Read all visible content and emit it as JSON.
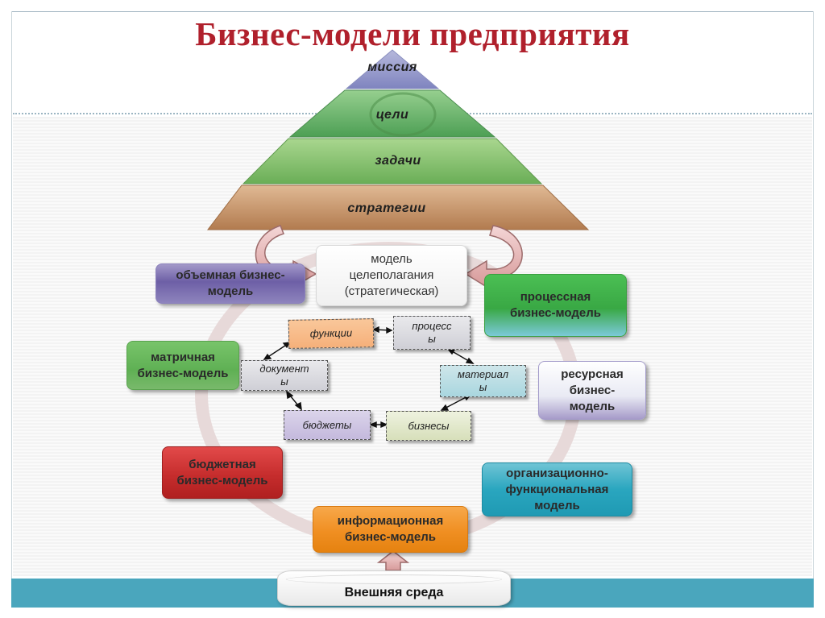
{
  "title": "Бизнес-модели предприятия",
  "pyramid": {
    "levels": [
      "миссия",
      "цели",
      "задачи",
      "стратегии"
    ]
  },
  "boxes": {
    "target": "модель\nцелеполагания\n(стратегическая)",
    "volume": "объемная бизнес-\nмодель",
    "process": "процессная\nбизнес-модель",
    "matrix": "матричная\nбизнес-модель",
    "resource": "ресурсная\nбизнес-\nмодель",
    "budget": "бюджетная\nбизнес-модель",
    "orgfunc": "организационно-\nфункциональная\nмодель",
    "info": "информационная\nбизнес-модель"
  },
  "tags": {
    "functions": "функции",
    "processes": "процесс\nы",
    "documents": "документ\nы",
    "materials": "материал\nы",
    "budgets": "бюджеты",
    "businesses": "бизнесы"
  },
  "environment": "Внешняя среда",
  "colors": {
    "title": "#b0202c",
    "band": "#4aa6bd",
    "pyramid_mission": "#8b8fc4",
    "pyramid_goals": "#63b06a",
    "pyramid_tasks": "#7fbf6a",
    "pyramid_strategies": "#c08a5c"
  }
}
